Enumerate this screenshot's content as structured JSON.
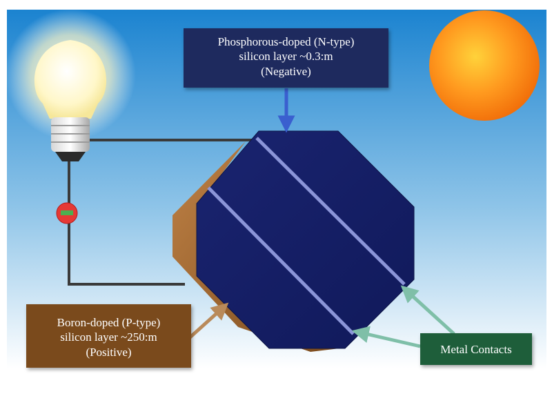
{
  "labels": {
    "n_layer": {
      "line1": "Phosphorous-doped (N-type)",
      "line2": "silicon layer ~0.3:m",
      "line3": "(Negative)"
    },
    "p_layer": {
      "line1": "Boron-doped (P-type)",
      "line2": "silicon layer ~250:m",
      "line3": "(Positive)"
    },
    "metal_contacts": "Metal Contacts"
  },
  "colors": {
    "n_layer": "#1e2a5e",
    "p_layer": "#7a4a1c",
    "metal_contacts": "#1e5e3a",
    "arrow_green": "#7fbfa8",
    "arrow_brown": "#b98a5a",
    "arrow_blue": "#3a5fcf",
    "wire": "#3a3a3a",
    "sun": "#ff8c1a",
    "bulb": "#fffbe0"
  },
  "icons": [
    "light-bulb-icon",
    "sun-icon",
    "minus-sign-icon"
  ]
}
